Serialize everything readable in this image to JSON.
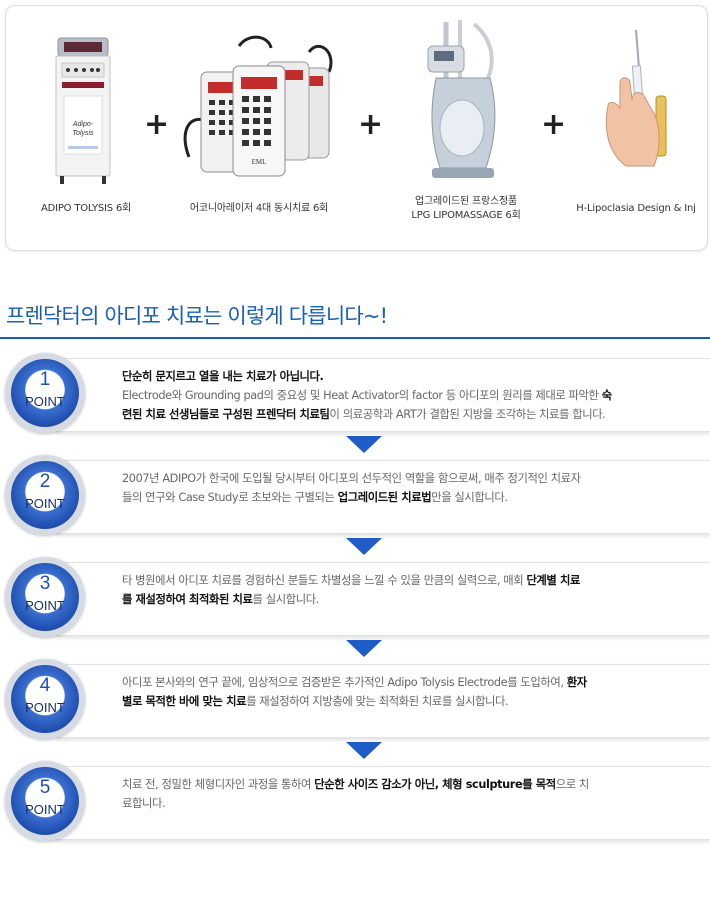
{
  "equipment": [
    {
      "caption_lines": [
        "ADIPO TOLYSIS 6회"
      ],
      "device_label_1": "Adipo-",
      "device_label_2": "Tolysis"
    },
    {
      "caption_lines": [
        "어코니아레이저 4대 동시치료 6회"
      ],
      "device_label_1": "EML"
    },
    {
      "caption_lines": [
        "업그레이드된 프랑스정품",
        "LPG LIPOMASSAGE 6회"
      ]
    },
    {
      "caption_lines": [
        "H-Lipoclasia Design & Inj"
      ]
    }
  ],
  "plus_sign": "+",
  "heading": "프렌닥터의 아디포 치료는 이렇게 다릅니다~!",
  "point_label": "POINT",
  "points": [
    {
      "number": "1",
      "lines": [
        [
          {
            "t": "단순히 문지르고 열을 내는 치료가 아닙니다.",
            "b": true
          }
        ],
        [
          {
            "t": "Electrode와 Grounding pad의 중요성 및 Heat Activator의 factor 등 아디포의 원리를 제대로 파악한 ",
            "b": false
          },
          {
            "t": "숙",
            "b": true
          }
        ],
        [
          {
            "t": "련된 치료 선생님들로 구성된 프렌닥터 치료팀",
            "b": true
          },
          {
            "t": "이 의료공학과 ART가 결합된 지방을 조각하는 치료를 합니다.",
            "b": false
          }
        ]
      ]
    },
    {
      "number": "2",
      "lines": [
        [
          {
            "t": "2007년 ADIPO가 한국에 도입될 당시부터 아디포의 선두적인 역할을 함으로써, 매주 정기적인 치료자",
            "b": false
          }
        ],
        [
          {
            "t": "들의 연구와 Case Study로 초보와는 구별되는 ",
            "b": false
          },
          {
            "t": "업그레이드된 치료법",
            "b": true
          },
          {
            "t": "만을 실시합니다.",
            "b": false
          }
        ]
      ]
    },
    {
      "number": "3",
      "lines": [
        [
          {
            "t": "타 병원에서 아디포 치료를 경험하신 분들도 차별성을 느낄 수 있을 만큼의 실력으로, 매회 ",
            "b": false
          },
          {
            "t": "단계별 치료",
            "b": true
          }
        ],
        [
          {
            "t": "를 재설정하여 최적화된 치료",
            "b": true
          },
          {
            "t": "를 실시합니다.",
            "b": false
          }
        ]
      ]
    },
    {
      "number": "4",
      "lines": [
        [
          {
            "t": "아디포 본사와의 연구 끝에, 임상적으로 검증받은 추가적인 Adipo Tolysis Electrode를 도입하여, ",
            "b": false
          },
          {
            "t": "환자",
            "b": true
          }
        ],
        [
          {
            "t": "별로 목적한 바에 맞는 치료",
            "b": true
          },
          {
            "t": "를 재설정하여 지방층에 맞는 최적화된 치료를 실시합니다.",
            "b": false
          }
        ]
      ]
    },
    {
      "number": "5",
      "lines": [
        [
          {
            "t": "치료 전, 정밀한 체형디자인 과정을 통하여 ",
            "b": false
          },
          {
            "t": "단순한 사이즈 감소가 아닌, 체형 sculpture를 목적",
            "b": true
          },
          {
            "t": "으로 치",
            "b": false
          }
        ],
        [
          {
            "t": "료합니다.",
            "b": false
          }
        ]
      ]
    }
  ],
  "colors": {
    "accent_blue": "#1f5cc8",
    "heading_blue": "#1a5fb4",
    "badge_blue": "#1f4fae"
  }
}
